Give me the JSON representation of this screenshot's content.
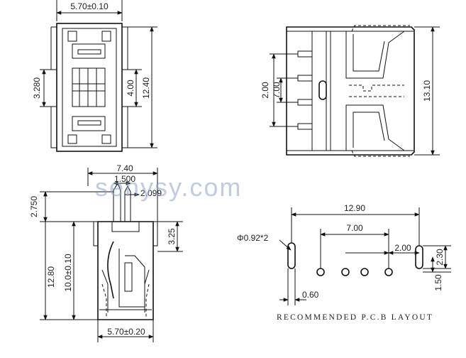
{
  "watermark": "senysy.com",
  "top_view": {
    "width_dim": "5.70±0.10",
    "left_dim": "3.280",
    "inner_dim": "4.00",
    "height_dim": "12.40"
  },
  "side_view": {
    "pitch_dim": "2.00",
    "span_dim": "7.00",
    "height_dim": "13.10"
  },
  "front_view": {
    "width_dim": "7.40",
    "pin_dim": "1.500",
    "offset_dim": "2.099",
    "top_dim": "2.750",
    "mid_dim": "3.25",
    "total_dim": "12.80",
    "body_dim": "10.0±0.10",
    "base_dim": "5.70±0.20"
  },
  "pcb_layout": {
    "total_dim": "12.90",
    "span_dim": "7.00",
    "pitch_dim": "2.00",
    "hole_dim": "Φ0.92*2",
    "slot_dim": "2.30",
    "offset_dim": "1.50",
    "gap_dim": "0.60",
    "caption": "RECOMMENDED  P.C.B  LAYOUT"
  }
}
